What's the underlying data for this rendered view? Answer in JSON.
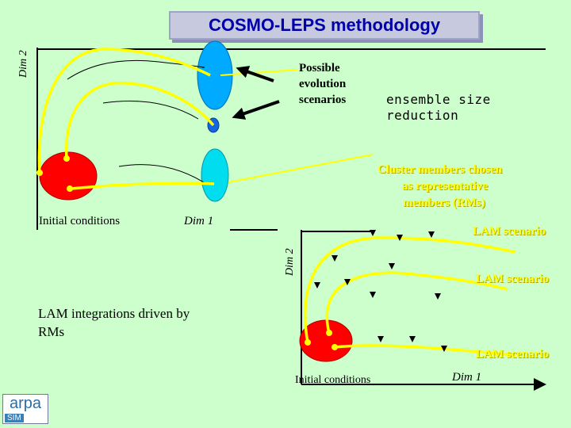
{
  "title": "COSMO-LEPS methodology",
  "top_panel": {
    "dim2_label": "Dim 2",
    "dim1_label": "Dim 1",
    "possible_evolution": [
      "Possible",
      "evolution",
      "scenarios"
    ],
    "ensemble_size": [
      "ensemble size",
      "reduction"
    ],
    "cluster_members": [
      "Cluster members chosen",
      "as representative",
      "members (RMs)"
    ],
    "initial_conditions": "Initial conditions"
  },
  "bottom_panel": {
    "dim2_label": "Dim 2",
    "dim1_label": "Dim 1",
    "lam_scenarios": [
      "LAM scenario",
      "LAM scenario",
      "LAM scenario"
    ],
    "lam_integrations": [
      "LAM integrations driven by",
      "RMs"
    ],
    "initial_conditions": "Initial conditions"
  },
  "logo": {
    "text": "arpa",
    "sub": "SIM"
  },
  "colors": {
    "background": "#ccffcc",
    "trajectory": "#ffff00",
    "initial_blob": "#ff0000",
    "scenario_blob": "#00aaff",
    "rm_blob": "#00ddee",
    "title_text": "#0000aa"
  }
}
